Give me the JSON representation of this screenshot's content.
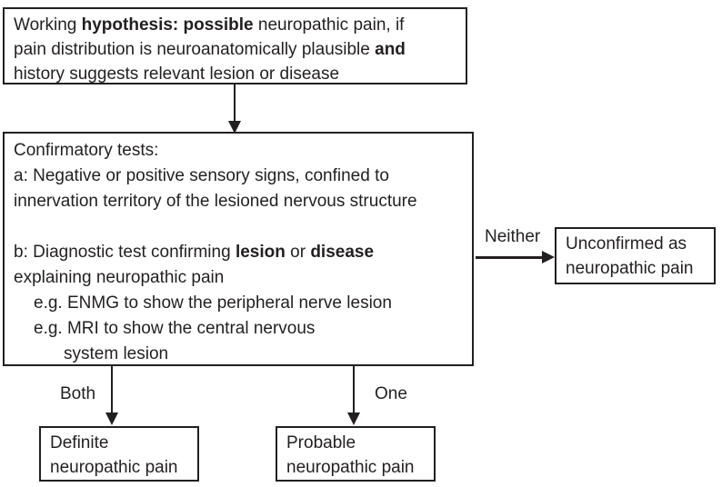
{
  "colors": {
    "ink": "#231f20",
    "background": "#ffffff"
  },
  "flowchart": {
    "working_hypothesis_box": {
      "lines": [
        {
          "indent": 0,
          "segments": [
            {
              "t": "Working "
            },
            {
              "t": "hypothesis:",
              "b": true
            },
            {
              "t": " "
            },
            {
              "t": "possible",
              "b": true
            },
            {
              "t": " neuropathic pain, if"
            }
          ]
        },
        {
          "indent": 0,
          "segments": [
            {
              "t": "pain distribution is neuroanatomically plausible "
            },
            {
              "t": "and",
              "b": true
            }
          ]
        },
        {
          "indent": 0,
          "segments": [
            {
              "t": "history suggests relevant lesion or disease"
            }
          ]
        }
      ]
    },
    "confirmatory_tests_box": {
      "lines": [
        {
          "indent": 0,
          "segments": [
            {
              "t": "Confirmatory tests:"
            }
          ]
        },
        {
          "indent": 0,
          "segments": [
            {
              "t": "a: Negative or positive sensory signs, confined to"
            }
          ]
        },
        {
          "indent": 0,
          "segments": [
            {
              "t": "innervation territory of the lesioned nervous structure"
            }
          ]
        },
        {
          "indent": 0,
          "segments": []
        },
        {
          "indent": 0,
          "segments": [
            {
              "t": "b: Diagnostic test confirming "
            },
            {
              "t": "lesion",
              "b": true
            },
            {
              "t": " or "
            },
            {
              "t": "disease",
              "b": true
            }
          ]
        },
        {
          "indent": 0,
          "segments": [
            {
              "t": "explaining neuropathic pain"
            }
          ]
        },
        {
          "indent": 1,
          "segments": [
            {
              "t": "e.g. ENMG to show the peripheral nerve lesion"
            }
          ]
        },
        {
          "indent": 1,
          "segments": [
            {
              "t": "e.g. MRI to show the central nervous"
            }
          ]
        },
        {
          "indent": 2,
          "segments": [
            {
              "t": "system lesion"
            }
          ]
        }
      ]
    },
    "unconfirmed_box": {
      "lines": [
        {
          "indent": 0,
          "segments": [
            {
              "t": "Unconfirmed as"
            }
          ]
        },
        {
          "indent": 0,
          "segments": [
            {
              "t": "neuropathic pain"
            }
          ]
        }
      ]
    },
    "definite_box": {
      "lines": [
        {
          "indent": 0,
          "segments": [
            {
              "t": "Definite"
            }
          ]
        },
        {
          "indent": 0,
          "segments": [
            {
              "t": "neuropathic pain"
            }
          ]
        }
      ]
    },
    "probable_box": {
      "lines": [
        {
          "indent": 0,
          "segments": [
            {
              "t": "Probable"
            }
          ]
        },
        {
          "indent": 0,
          "segments": [
            {
              "t": "neuropathic pain"
            }
          ]
        }
      ]
    },
    "edge_labels": {
      "neither": "Neither",
      "both": "Both",
      "one": "One"
    }
  }
}
